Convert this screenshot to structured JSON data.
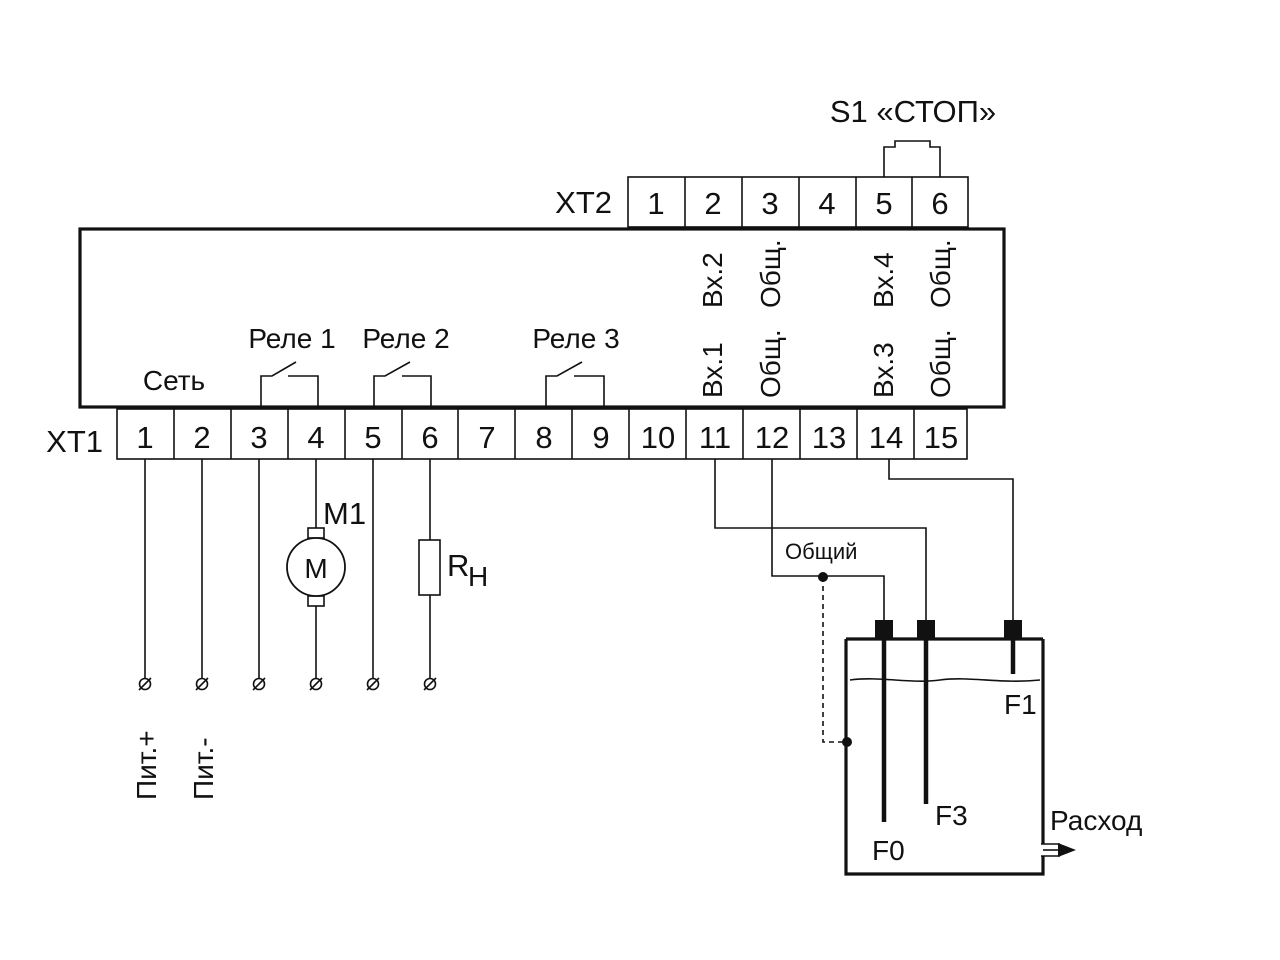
{
  "xt1": {
    "label": "XT1",
    "terminals": [
      "1",
      "2",
      "3",
      "4",
      "5",
      "6",
      "7",
      "8",
      "9",
      "10",
      "11",
      "12",
      "13",
      "14",
      "15"
    ]
  },
  "xt2": {
    "label": "XT2",
    "terminals": [
      "1",
      "2",
      "3",
      "4",
      "5",
      "6"
    ]
  },
  "stop_switch": {
    "label": "S1 «СТОП»"
  },
  "device": {
    "set_label": "Сеть",
    "relay1": "Реле 1",
    "relay2": "Реле 2",
    "relay3": "Реле 3",
    "top_inputs": [
      "Вх.2",
      "Общ.",
      "Вх.4",
      "Общ."
    ],
    "bottom_inputs": [
      "Вх.1",
      "Общ.",
      "Вх.3",
      "Общ."
    ]
  },
  "power": {
    "plus": "Пит.+",
    "minus": "Пит.-"
  },
  "motor": {
    "designator": "M1",
    "symbol": "M"
  },
  "load": {
    "symbol": "R",
    "subscript": "Н"
  },
  "tank": {
    "common_label": "Общий",
    "sensors": [
      "F0",
      "F3",
      "F1"
    ],
    "outflow": "Расход"
  }
}
